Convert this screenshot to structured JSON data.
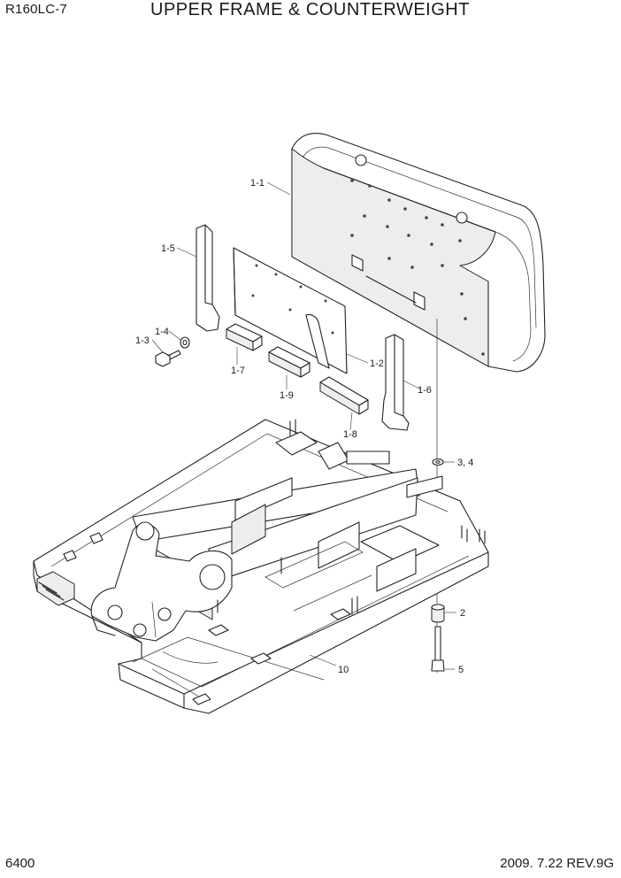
{
  "header": {
    "model": "R160LC-7",
    "title": "UPPER FRAME & COUNTERWEIGHT"
  },
  "footer": {
    "page_number": "6400",
    "revision": "2009. 7.22  REV.9G"
  },
  "callouts": {
    "c1_1": "1-1",
    "c1_2": "1-2",
    "c1_3": "1-3",
    "c1_4": "1-4",
    "c1_5": "1-5",
    "c1_6": "1-6",
    "c1_7": "1-7",
    "c1_8": "1-8",
    "c1_9": "1-9",
    "c2": "2",
    "c3_4": "3, 4",
    "c5": "5",
    "c10": "10"
  }
}
